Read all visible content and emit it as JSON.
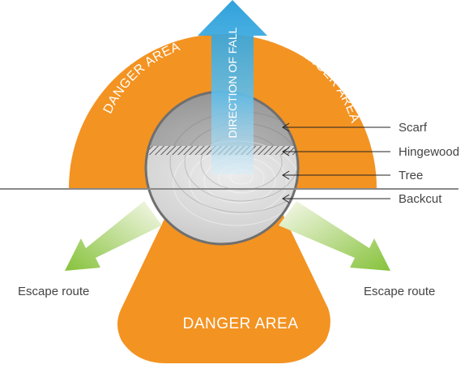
{
  "colors": {
    "danger": "#f39322",
    "arrow_blue_top": "#2aa6df",
    "arrow_blue_bottom": "#bfe4f6",
    "escape_green_start": "#f4f8e4",
    "escape_green_end": "#8cc63f",
    "line": "#8a8a8a",
    "tree_outline": "#6f6f6f",
    "text_dark": "#444444",
    "text_light": "#ffffff"
  },
  "danger_area": {
    "upper_left_label": "DANGER AREA",
    "upper_right_label": "DANGER AREA",
    "lower_label": "DANGER AREA"
  },
  "fall_arrow": {
    "label": "DIRECTION OF FALL"
  },
  "parts": [
    {
      "label": "Scarf"
    },
    {
      "label": "Hingewood"
    },
    {
      "label": "Tree"
    },
    {
      "label": "Backcut"
    }
  ],
  "escape_routes": {
    "left_label": "Escape route",
    "right_label": "Escape route"
  }
}
